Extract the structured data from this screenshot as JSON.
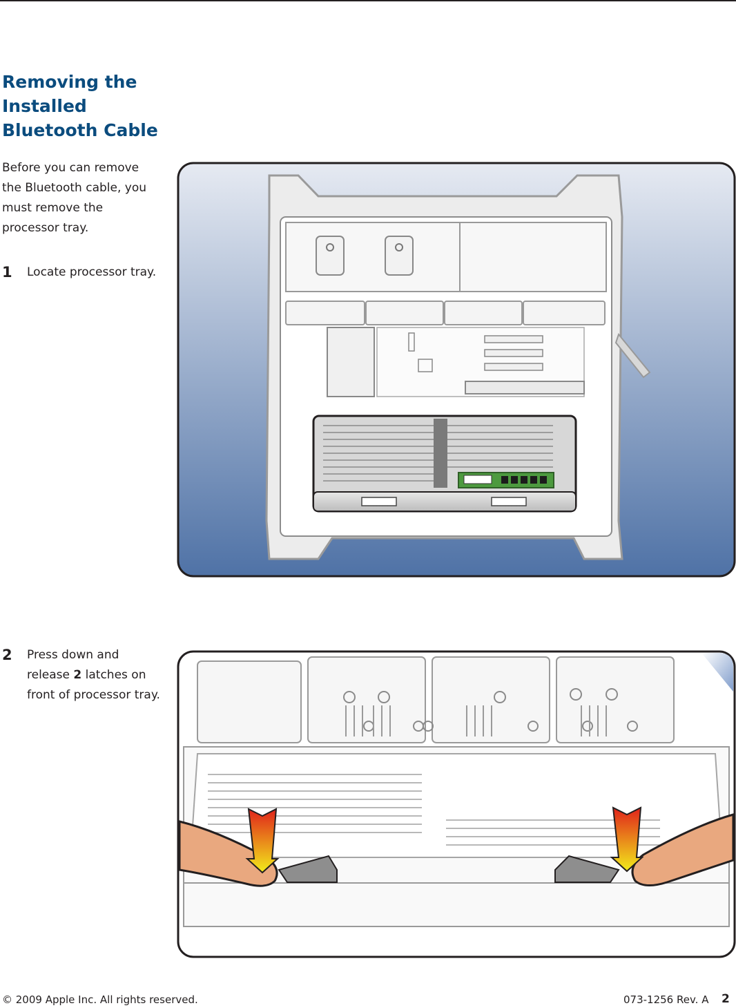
{
  "title": "Removing the Installed Bluetooth Cable",
  "intro": "Before you can remove the Bluetooth cable, you must remove the processor tray.",
  "steps": [
    {
      "number": "1",
      "text": "Locate processor tray."
    },
    {
      "number": "2",
      "text_before": "Press down and release ",
      "text_bold": "2",
      "text_after": " latches on front of processor tray."
    }
  ],
  "footer": {
    "copyright": "© 2009 Apple Inc. All rights reserved.",
    "doc_number": "073-1256 Rev. A",
    "page_number": "2"
  },
  "colors": {
    "title": "#0b4c7e",
    "figure_gradient_top": "#e6eaf2",
    "figure_gradient_bottom": "#4f72a6",
    "arrow_top": "#e0231b",
    "arrow_bottom": "#f2ec1b",
    "finger": "#e9a87f"
  }
}
